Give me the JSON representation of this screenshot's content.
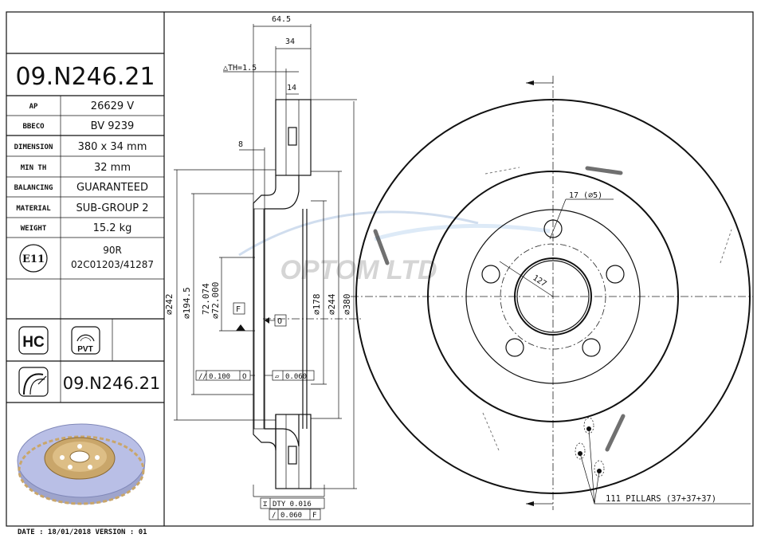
{
  "title_block": {
    "part_number": "09.N246.21",
    "rows": [
      {
        "label": "AP",
        "value": "26629 V"
      },
      {
        "label": "BBECO",
        "value": "BV 9239"
      },
      {
        "label": "DIMENSION",
        "value": "380 x 34 mm"
      },
      {
        "label": "MIN TH",
        "value": "32 mm"
      },
      {
        "label": "BALANCING",
        "value": "GUARANTEED"
      },
      {
        "label": "MATERIAL",
        "value": "SUB-GROUP 2"
      },
      {
        "label": "WEIGHT",
        "value": "15.2 kg"
      }
    ],
    "approval_mark": "E11",
    "approval_line1": "90R",
    "approval_line2": "02C01203/41287",
    "hc_badge": "HC",
    "pvt_badge": "PVT",
    "part_number_bottom": "09.N246.21"
  },
  "footer": {
    "date_version": "DATE : 18/01/2018 VERSION : 01"
  },
  "section_view": {
    "dim_total_height": "64.5",
    "dim_thickness": "34",
    "delta_th": "△TH=1.5",
    "dim_vane": "14",
    "dim_hat": "8",
    "dia_242": "⌀242",
    "dia_194_5": "⌀194.5",
    "dia_72_074": "72.074",
    "dia_72_000": "⌀72.000",
    "dia_178": "⌀178",
    "dia_244": "⌀244",
    "dia_380": "⌀380",
    "datum_f": "F",
    "datum_o": "O",
    "tol_parallel": "0.100",
    "tol_parallel_ref": "O",
    "tol_flatness": "0.060",
    "tol_dty": "DTY 0.016",
    "tol_runout": "0.060",
    "tol_runout_ref": "F"
  },
  "front_view": {
    "bolt_hole_label": "17 (⌀5)",
    "pcd_label": "127",
    "pillars_label": "111 PILLARS (37+37+37)"
  },
  "watermark": "OPTOM LTD",
  "colors": {
    "disc_face": "#b9bfe6",
    "disc_hat": "#c9a66a"
  }
}
